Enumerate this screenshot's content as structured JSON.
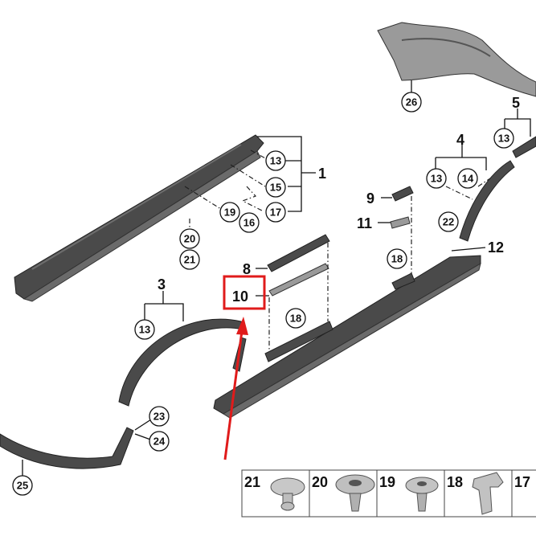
{
  "diagram": {
    "callouts": {
      "c13a": "13",
      "c15": "15",
      "c17": "17",
      "c19": "19",
      "c16": "16",
      "c20": "20",
      "c21": "21",
      "c13b": "13",
      "c18a": "18",
      "c18b": "18",
      "c13c": "13",
      "c14": "14",
      "c22": "22",
      "c13d": "13",
      "c26": "26",
      "c23": "23",
      "c24": "24",
      "c25": "25"
    },
    "labels": {
      "l1": "1",
      "l3": "3",
      "l4": "4",
      "l5": "5",
      "l8": "8",
      "l9": "9",
      "l10": "10",
      "l11": "11",
      "l12": "12"
    },
    "highlight": {
      "label": "10",
      "box_color": "#e01b1b",
      "arrow_color": "#e01b1b"
    },
    "legend": {
      "items": [
        "21",
        "20",
        "19",
        "18",
        "17"
      ]
    }
  }
}
